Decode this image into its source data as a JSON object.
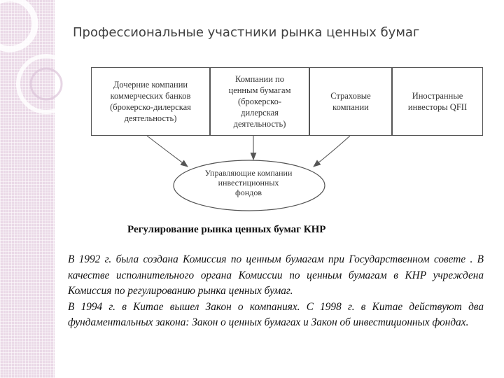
{
  "title": "Профессиональные участники рынка ценных бумаг",
  "diagram": {
    "boxes": [
      "Дочерние компании\nкоммерческих банков\n(брокерско-дилерская\nдеятельность)",
      "Компании по\nценным бумагам\n(брокерско-\nдилерская\nдеятельность)",
      "Страховые\nкомпании",
      "Иностранные\nинвесторы QFII"
    ],
    "ellipse": "Управляющие компании\nинвестиционных\nфондов"
  },
  "subtitle": "Регулирование рынка ценных бумаг КНР",
  "paragraphs": [
    "В 1992 г. была создана Комиссия по ценным бумагам при Государственном совете . В качестве исполнительного органа Комиссии по ценным бумагам в КНР учреждена Комиссия по регулированию рынка ценных бумаг.",
    "В 1994 г. в Китае вышел Закон о компаниях. С 1998 г. в Китае действуют два фундаментальных закона: Закон о ценных бумагах и Закон об инвестиционных фондах."
  ],
  "colors": {
    "strip": "#ead9e7",
    "title": "#3f3f3f",
    "line": "#555555"
  }
}
